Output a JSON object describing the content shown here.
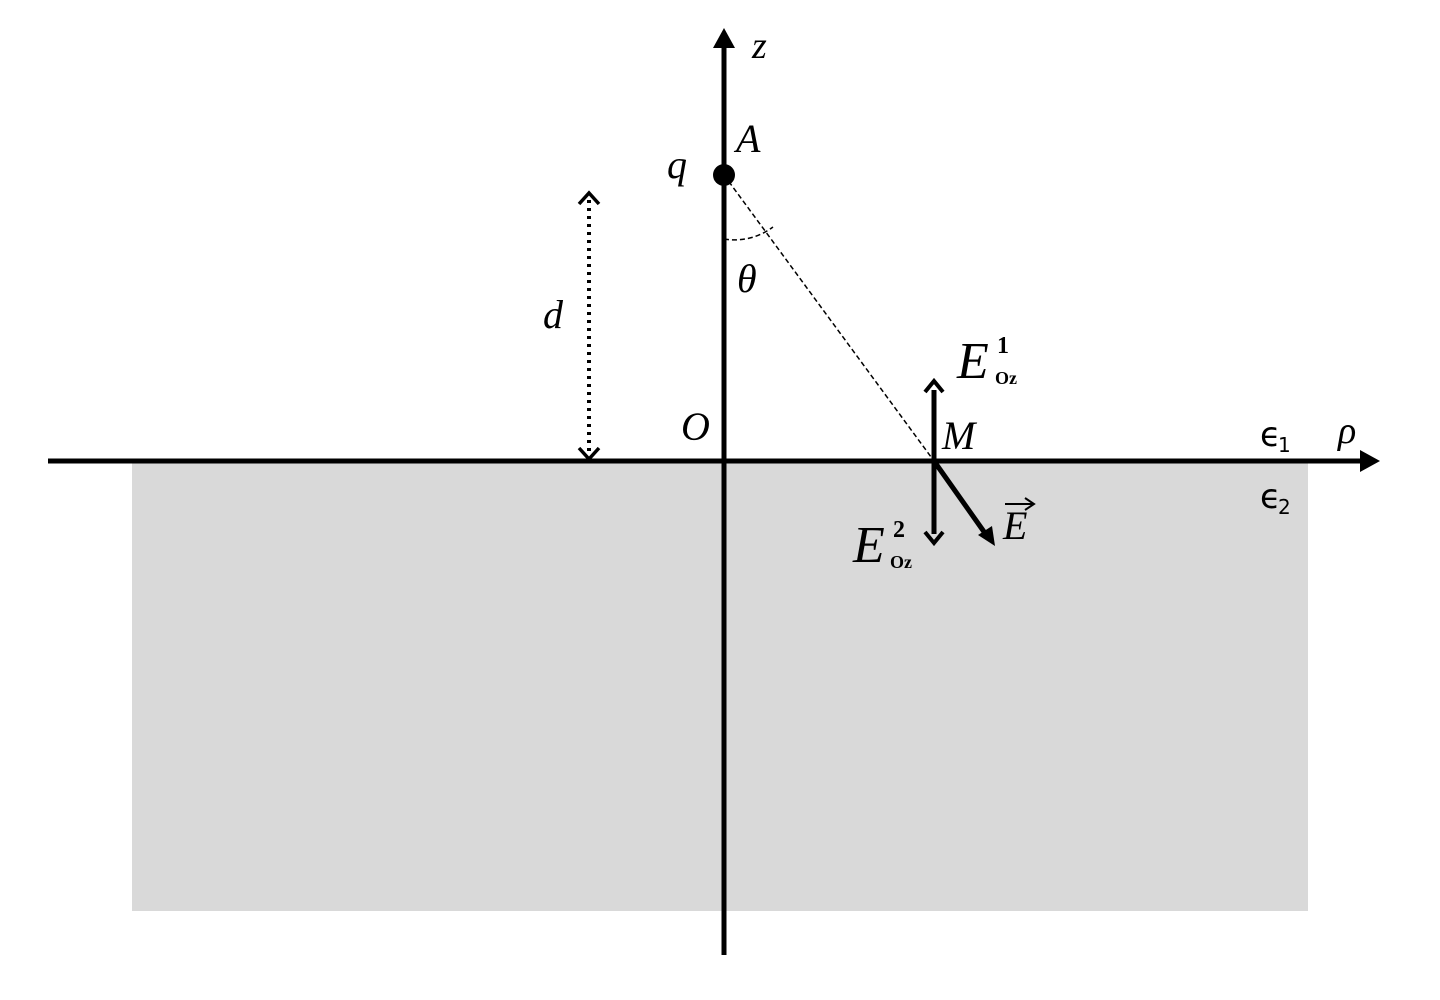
{
  "colors": {
    "medium2_fill": "#d9d9d9",
    "ink": "#000000",
    "background": "#ffffff"
  },
  "labels": {
    "z_axis": "z",
    "rho_axis": "ρ",
    "point_A": "A",
    "charge": "q",
    "angle": "θ",
    "distance": "d",
    "origin": "O",
    "point_M": "M",
    "field_1_main": "E",
    "field_1_sup": "1",
    "field_1_sub": "Oz",
    "field_2_main": "E",
    "field_2_sup": "2",
    "field_2_sub": "Oz",
    "field_total": "E",
    "eps1_symbol": "ϵ",
    "eps1_index": "1",
    "eps2_symbol": "ϵ",
    "eps2_index": "2"
  }
}
